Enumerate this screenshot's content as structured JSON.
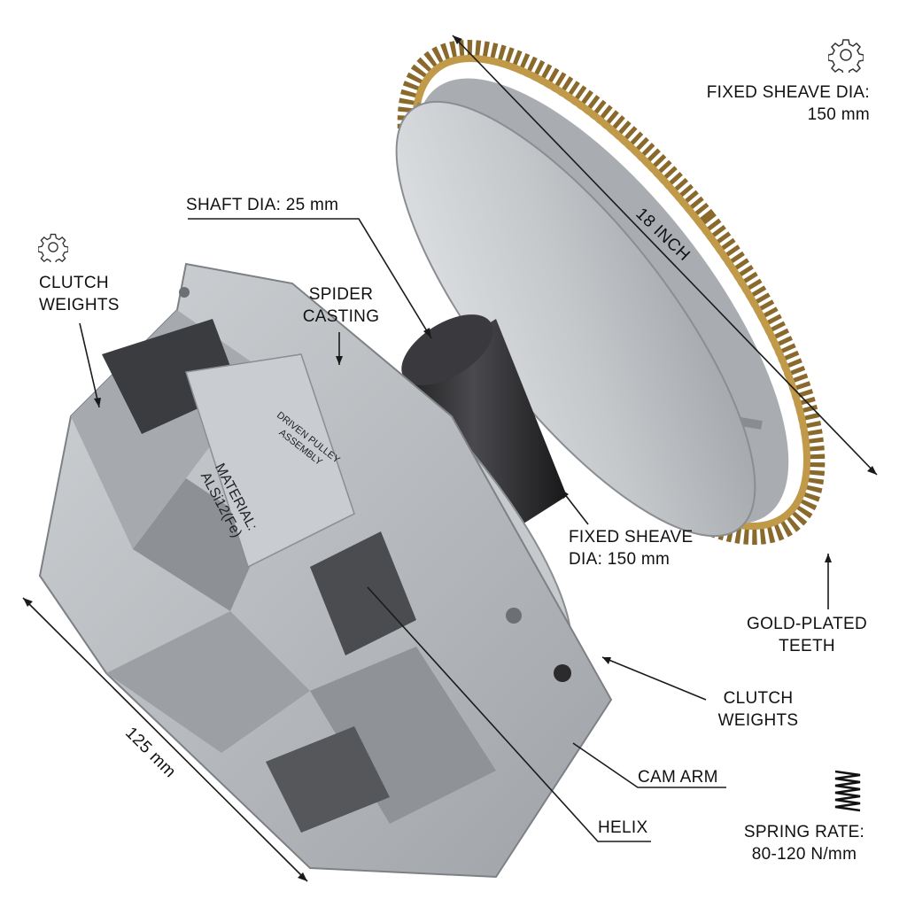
{
  "labels": {
    "fixed_sheave_top": {
      "line1": "FIXED SHEAVE DIA:",
      "line2": "150 mm"
    },
    "dimension_18_inch": "18 INCH",
    "shaft_dia": "SHAFT DIA: 25 mm",
    "clutch_weights_left": {
      "line1": "CLUTCH",
      "line2": "WEIGHTS"
    },
    "spider_casting": {
      "line1": "SPIDER",
      "line2": "CASTING"
    },
    "fixed_sheave_mid": {
      "line1": "FIXED SHEAVE",
      "line2": "DIA: 150 mm"
    },
    "gold_plated_teeth": {
      "line1": "GOLD-PLATED",
      "line2": "TEETH"
    },
    "clutch_weights_right": {
      "line1": "CLUTCH",
      "line2": "WEIGHTS"
    },
    "cam_arm": "CAM ARM",
    "helix": "HELIX",
    "dimension_125_mm": "125 mm",
    "spring_rate": {
      "line1": "SPRING RATE:",
      "line2": "80-120 N/mm"
    }
  },
  "stamp": {
    "line1": "DRIVEN PULLEY",
    "line2": "ASSEMBLY",
    "line3": "MATERIAL:",
    "line4": "ALSi12(Fe)"
  },
  "icons": [
    "gear-icon",
    "gear-icon",
    "spring-icon"
  ],
  "colors": {
    "aluminum": "#b9bcbf",
    "aluminum_dark": "#8e9195",
    "shaft": "#2a2a2c",
    "gear_teeth": "#b08a3c",
    "line": "#1a1a1a"
  }
}
